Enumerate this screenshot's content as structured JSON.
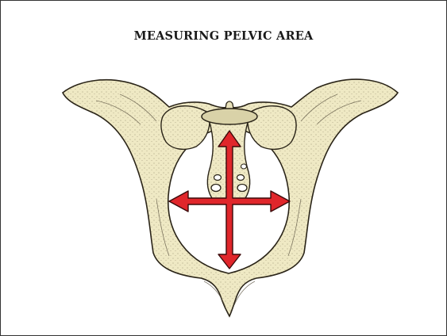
{
  "title": "MEASURING PELVIC AREA",
  "colors": {
    "bone_fill": "#efe9c4",
    "bone_outline": "#2a2418",
    "arrow_fill": "#e0262b",
    "arrow_outline": "#3a0a0a",
    "sacrum_disc": "#d9d2a8",
    "background": "#ffffff"
  },
  "icons": {
    "pelvis": "pelvis-bone-illustration",
    "arrows": "measurement-cross-arrows"
  }
}
